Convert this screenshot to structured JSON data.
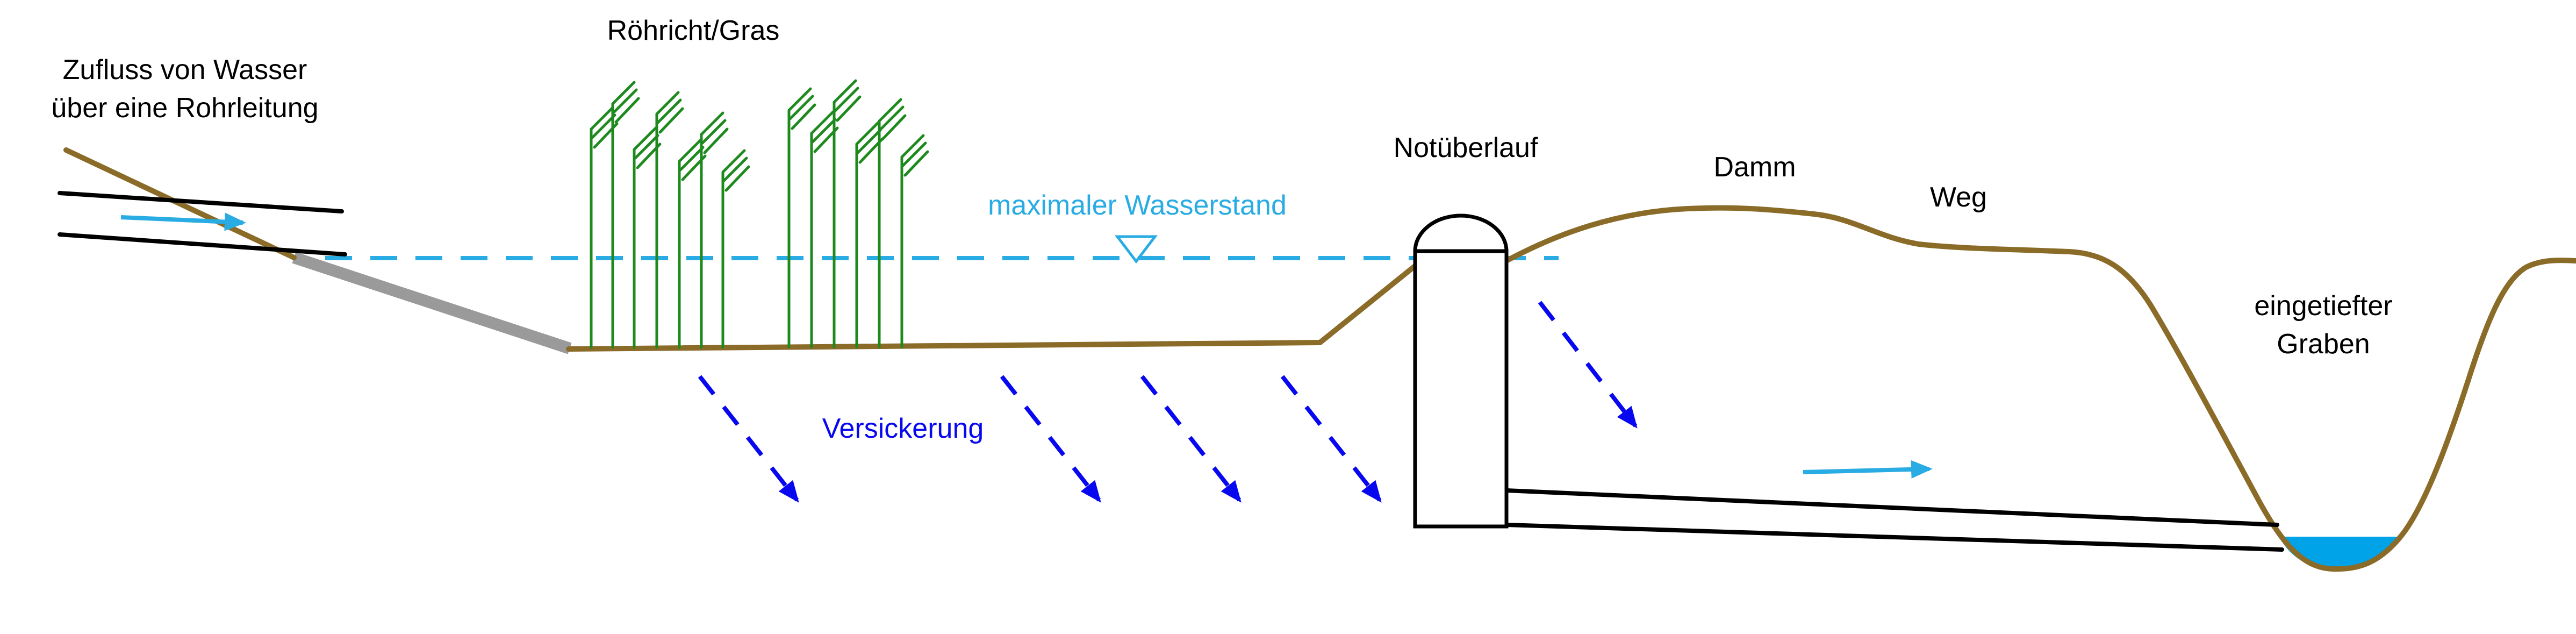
{
  "labels": {
    "inflow_line1": "Zufluss von Wasser",
    "inflow_line2": "über eine Rohrleitung",
    "reeds": "Röhricht/Gras",
    "max_water_level": "maximaler Wasserstand",
    "overflow": "Notüberlauf",
    "dam": "Damm",
    "path": "Weg",
    "ditch_line1": "eingetiefter",
    "ditch_line2": "Graben",
    "infiltration": "Versickerung"
  },
  "icons": {
    "water_level_marker": "open inverted triangle (∇) on the maximum water level line",
    "inflow_arrow": "cyan right arrow inside the inlet pipe",
    "outflow_arrow": "cyan right arrow above the drain pipe",
    "infiltration_arrows": "blue dashed diagonal arrows pointing down-right (5x)"
  },
  "colors": {
    "background": "#ffffff",
    "text": "#000000",
    "outline": "#000000",
    "terrain": "#8a6b28",
    "riprap": "#9a9a9a",
    "reeds": "#1e8a1e",
    "water": "#29ace3",
    "water_fill": "#00a3e8",
    "infiltration": "#0808f0"
  }
}
